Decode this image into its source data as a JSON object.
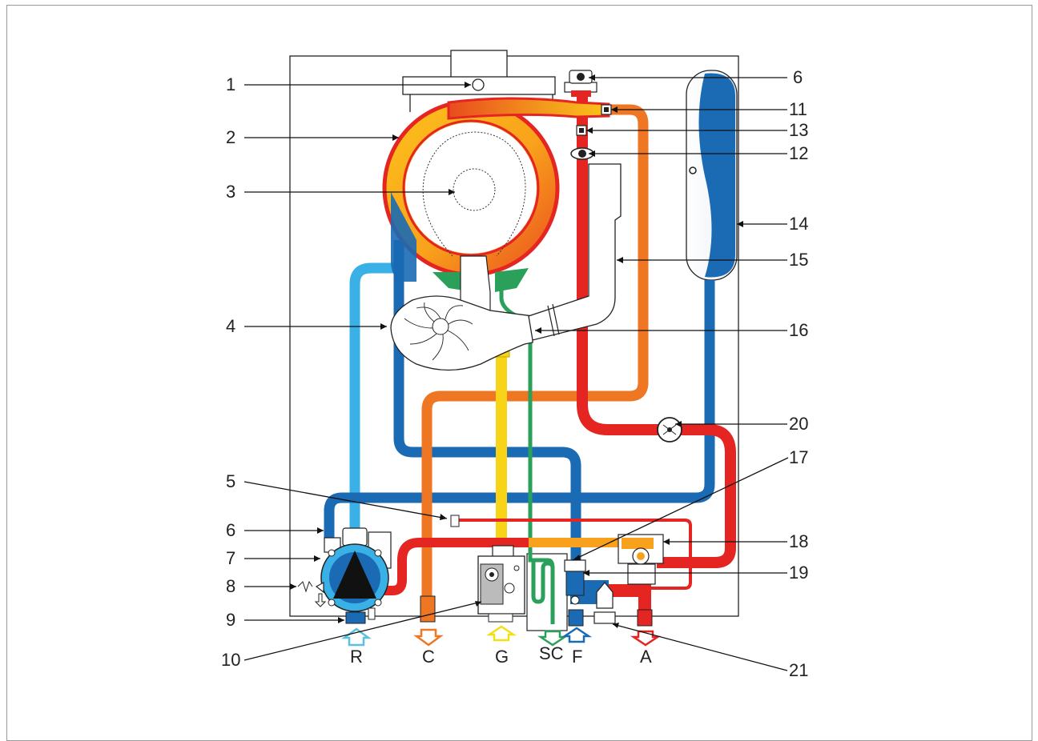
{
  "callouts": [
    "1",
    "2",
    "3",
    "4",
    "5",
    "6",
    "7",
    "8",
    "9",
    "10",
    "11",
    "12",
    "13",
    "14",
    "15",
    "16",
    "17",
    "18",
    "19",
    "20",
    "21"
  ],
  "left_callouts": {
    "c1": "1",
    "c2": "2",
    "c3": "3",
    "c4": "4",
    "c5": "5",
    "c6": "6",
    "c7": "7",
    "c8": "8",
    "c9": "9",
    "c10": "10"
  },
  "right_callouts": {
    "c6": "6",
    "c11": "11",
    "c13": "13",
    "c12": "12",
    "c14": "14",
    "c15": "15",
    "c16": "16",
    "c20": "20",
    "c17": "17",
    "c18": "18",
    "c19": "19",
    "c21": "21"
  },
  "connections": {
    "R": "R",
    "C": "C",
    "G": "G",
    "SC": "SC",
    "F": "F",
    "A": "A"
  },
  "colors": {
    "hot": "#e52521",
    "cold_return": "#1a6ab4",
    "light_return": "#39b1e6",
    "heating_return": "#ef7622",
    "gas": "#f7d417",
    "condensate": "#2aa05a",
    "exchanger_yellow": "#fcc21b",
    "arrow_R": "#5bc0de",
    "arrow_C": "#ef7622",
    "arrow_G": "#f2e016",
    "arrow_SC": "#2aa05a",
    "arrow_F": "#1a6ab4",
    "arrow_A": "#e52521"
  }
}
